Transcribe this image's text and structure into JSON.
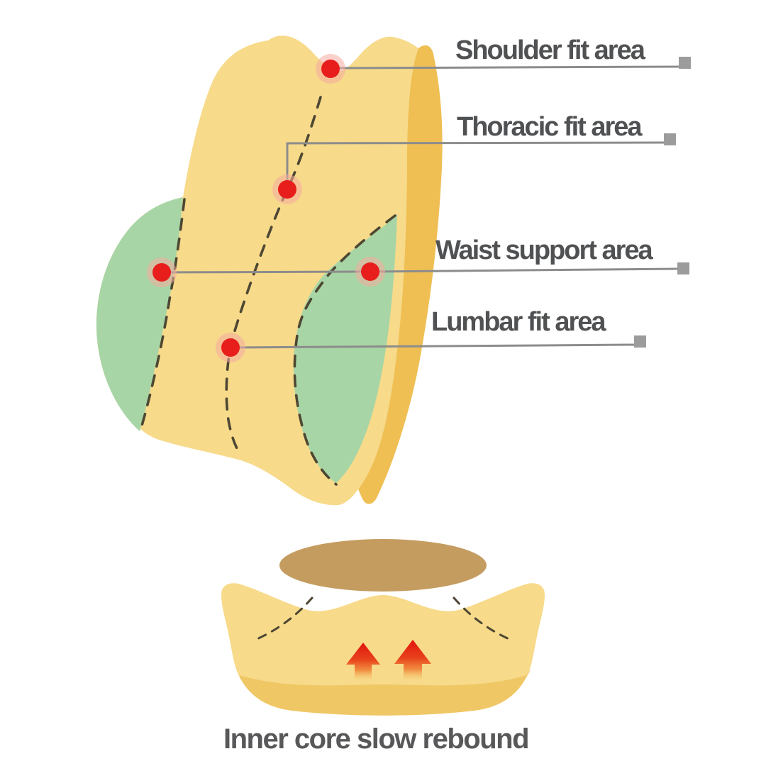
{
  "labels": {
    "shoulder": "Shoulder fit area",
    "thoracic": "Thoracic fit area",
    "waist": "Waist support area",
    "lumbar": "Lumbar fit area"
  },
  "caption": "Inner core slow rebound",
  "markers": {
    "count": 5,
    "names": [
      "shoulder-point",
      "thoracic-point",
      "waist-left-point",
      "waist-right-point",
      "lumbar-point"
    ]
  },
  "colors": {
    "pillow-face": "#F7DA8A",
    "pillow-side": "#EFBF53",
    "zone-green": "#A8D5A5",
    "base-strip": "#EFC765",
    "core-brown": "#C59C60",
    "marker-red": "#E71E1C",
    "marker-halo": "#F5ABA0",
    "callout-gray": "#8C8C8C",
    "square-gray": "#9C9C9C",
    "label-text": "#4F5153",
    "caption-text": "#58585A",
    "dash-dark": "#4D4733",
    "arrow-red": "#E2140E",
    "arrow-mid": "#E8431C",
    "arrow-orange": "#EF7E33",
    "arrow-fade": "#F6C468"
  }
}
